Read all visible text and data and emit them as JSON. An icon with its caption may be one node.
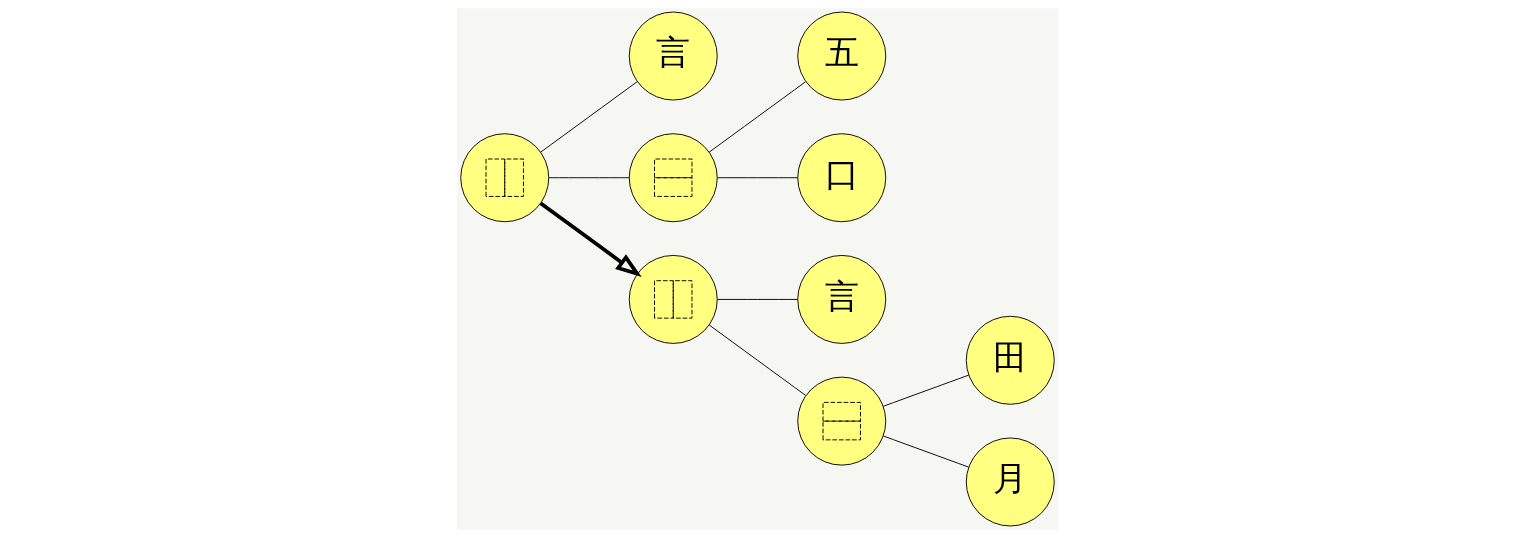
{
  "diagram": {
    "nodes": [
      {
        "text": [],
        "shape": "circle"
      },
      {
        "text": [
          "言"
        ]
      },
      {
        "text": [],
        "shape": "circle"
      },
      {
        "text": [
          "五"
        ]
      },
      {
        "text": [
          "口"
        ]
      },
      {
        "text": [],
        "shape": "circle"
      },
      {
        "text": [
          "言"
        ]
      },
      {
        "text": [],
        "shape": "circle"
      },
      {
        "text": [
          "田"
        ]
      },
      {
        "text": [
          "月"
        ]
      }
    ],
    "edges": [
      {
        "from": 0,
        "to": 1,
        "arrow": "none"
      },
      {
        "from": 0,
        "to": 2,
        "arrow": "none"
      },
      {
        "from": 2,
        "to": 3,
        "arrow": "none"
      },
      {
        "from": 2,
        "to": 4,
        "arrow": "none"
      },
      {
        "from": 0,
        "to": 5,
        "arrow": "to",
        "style": "thick"
      },
      {
        "from": 5,
        "to": 6,
        "arrow": "none"
      },
      {
        "from": 5,
        "to": 7,
        "arrow": "none"
      },
      {
        "from": 7,
        "to": 8,
        "arrow": "none"
      },
      {
        "from": 7,
        "to": 9,
        "arrow": "none"
      }
    ]
  }
}
